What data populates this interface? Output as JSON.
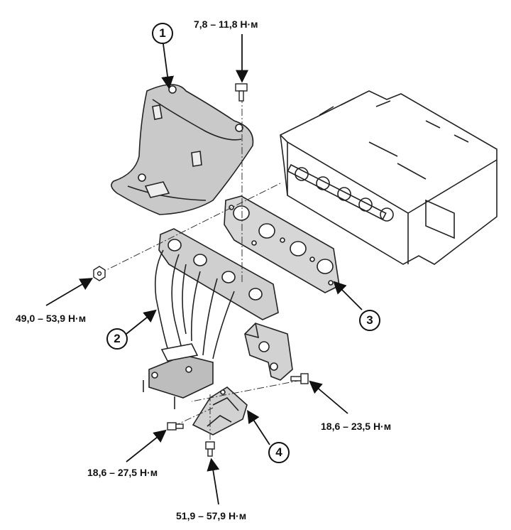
{
  "callouts": {
    "c1": "1",
    "c2": "2",
    "c3": "3",
    "c4": "4"
  },
  "torques": {
    "heat_shield_bolt": "7,8 – 11,8 Н·м",
    "manifold_nut": "49,0 – 53,9 Н·м",
    "bracket_bolt_right": "18,6 – 23,5 Н·м",
    "bracket_bolt_left": "18,6 – 27,5 Н·м",
    "bracket_bolt_bottom": "51,9 – 57,9 Н·м"
  },
  "icons": [
    "bolt-icon",
    "nut-icon",
    "arrow-icon"
  ]
}
